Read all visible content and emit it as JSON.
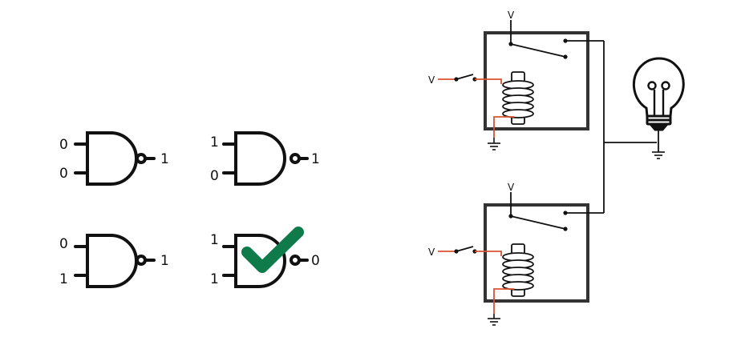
{
  "nand_gates": [
    {
      "in_a": "0",
      "in_b": "0",
      "out": "1",
      "checked": false
    },
    {
      "in_a": "1",
      "in_b": "0",
      "out": "1",
      "checked": false
    },
    {
      "in_a": "0",
      "in_b": "1",
      "out": "1",
      "checked": false
    },
    {
      "in_a": "1",
      "in_b": "1",
      "out": "0",
      "checked": true
    }
  ],
  "relay_circuit": {
    "voltage_label": "V",
    "relays": [
      {
        "supply_label": "V",
        "control_label": "V"
      },
      {
        "supply_label": "V",
        "control_label": "V"
      }
    ]
  },
  "colors": {
    "line": "#111111",
    "relay_box": "#333333",
    "control_wire": "#d9532f",
    "check": "#0f7a4a"
  }
}
